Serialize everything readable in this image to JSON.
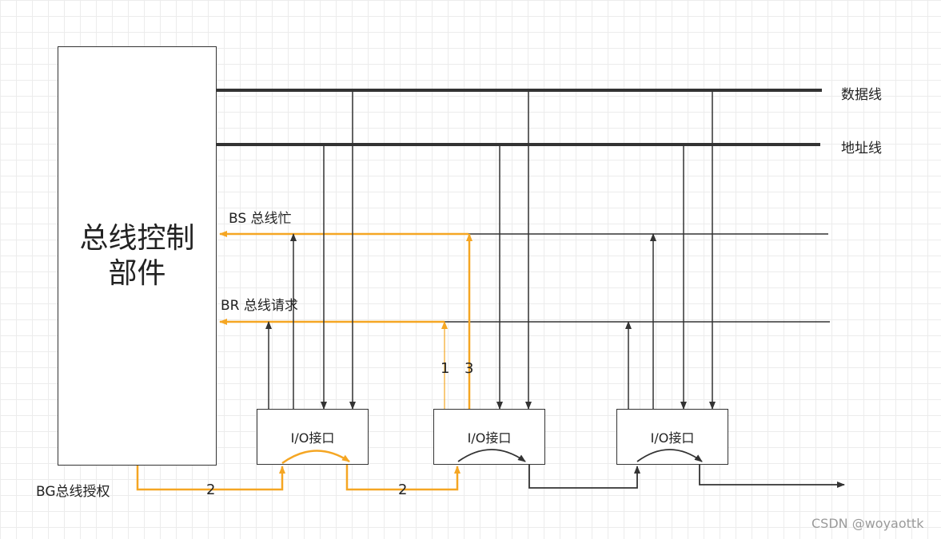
{
  "controller": {
    "label": "总线控制部件"
  },
  "io_units": [
    "I/O接口",
    "I/O接口",
    "I/O接口"
  ],
  "lines": {
    "data": "数据线",
    "address": "地址线",
    "bs": "BS 总线忙",
    "br": "BR 总线请求",
    "bg": "BG总线授权"
  },
  "step_numbers": {
    "n1": "1",
    "n3": "3",
    "n2a": "2",
    "n2b": "2"
  },
  "watermark": "CSDN @woyaottk",
  "colors": {
    "highlight": "#F5A623",
    "line": "#333333"
  }
}
